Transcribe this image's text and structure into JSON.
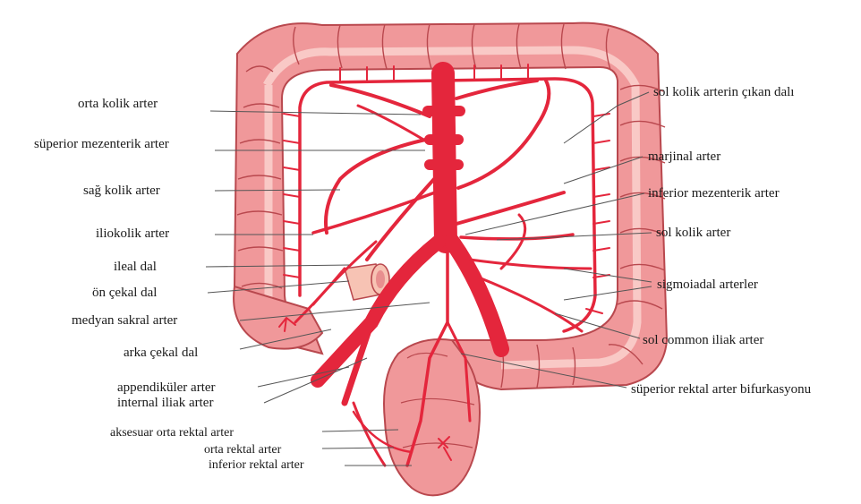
{
  "labels_left": {
    "orta_kolik": "orta kolik arter",
    "superior_mezenterik": "süperior mezenterik arter",
    "sag_kolik": "sağ kolik arter",
    "iliokolik": "iliokolik arter",
    "ileal_dal": "ileal dal",
    "on_cekal": "ön çekal dal",
    "medyan_sakral": "medyan sakral arter",
    "arka_cekal": "arka çekal dal",
    "appendikuler": "appendiküler arter",
    "internal_iliak": "internal iliak arter",
    "aksesuar_orta_rektal": "aksesuar orta rektal arter",
    "orta_rektal": "orta rektal arter",
    "inferior_rektal": "inferior rektal arter"
  },
  "labels_right": {
    "sol_kolik_cikan": "sol kolik arterin çıkan dalı",
    "marjinal": "marjinal arter",
    "inferior_mezenterik": "inferior mezenterik arter",
    "sol_kolik": "sol kolik arter",
    "sigmoidal": "sigmoiadal arterler",
    "sol_common_iliak": "sol common iliak arter",
    "superior_rektal_bif": "süperior rektal arter bifurkasyonu"
  },
  "colors": {
    "colon": "#f0989a",
    "colon_dark": "#b9484e",
    "colon_light": "#f9c9c6",
    "artery": "#e4263c",
    "artery_dark": "#a8101f",
    "leader": "#555555"
  }
}
